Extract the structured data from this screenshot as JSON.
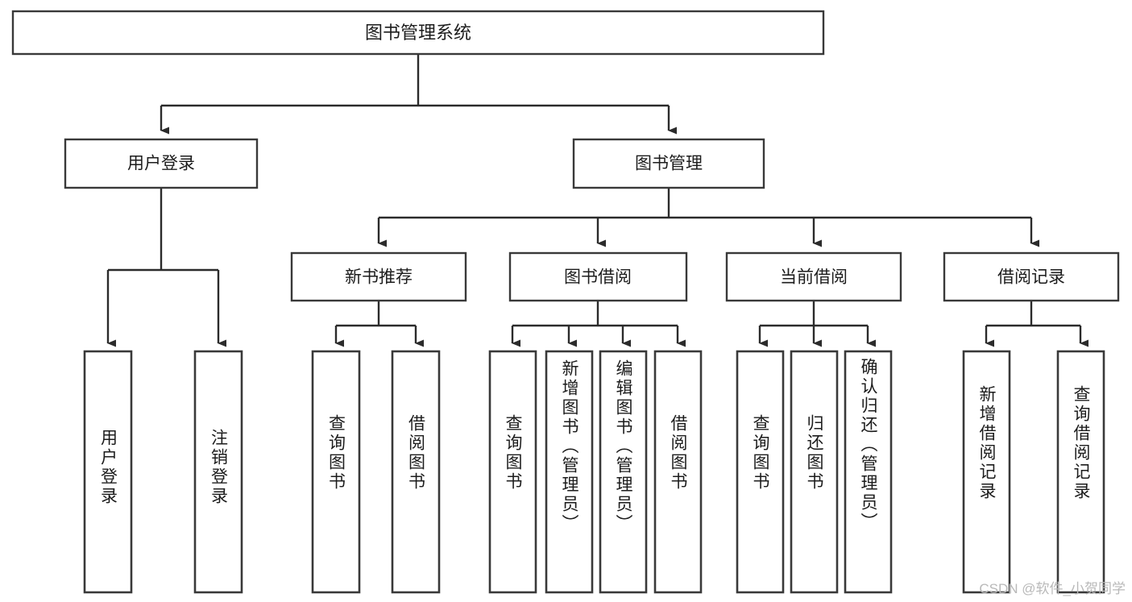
{
  "diagram": {
    "title": "图书管理系统",
    "type": "hierarchy-tree",
    "watermark": "CSDN @软件_小贺同学",
    "colors": {
      "box_stroke": "#393939",
      "connector": "#2b2b2b",
      "box_fill": "#ffffff",
      "text": "#1c1c1c",
      "watermark": "#b9b9b9",
      "background": "#ffffff"
    },
    "root": {
      "label": "图书管理系统"
    },
    "level2": [
      {
        "label": "用户登录"
      },
      {
        "label": "图书管理"
      }
    ],
    "level3": [
      {
        "label": "新书推荐"
      },
      {
        "label": "图书借阅"
      },
      {
        "label": "当前借阅"
      },
      {
        "label": "借阅记录"
      }
    ],
    "leaves": {
      "user_login": [
        {
          "label": "用户登录"
        },
        {
          "label": "注销登录"
        }
      ],
      "new_book_recommend": [
        {
          "label": "查询图书"
        },
        {
          "label": "借阅图书"
        }
      ],
      "book_borrow": [
        {
          "label": "查询图书"
        },
        {
          "label": "新增图书（管理员）"
        },
        {
          "label": "编辑图书（管理员）"
        },
        {
          "label": "借阅图书"
        }
      ],
      "current_borrow": [
        {
          "label": "查询图书"
        },
        {
          "label": "归还图书"
        },
        {
          "label": "确认归还（管理员）"
        }
      ],
      "borrow_record": [
        {
          "label": "新增借阅记录"
        },
        {
          "label": "查询借阅记录"
        }
      ]
    }
  }
}
